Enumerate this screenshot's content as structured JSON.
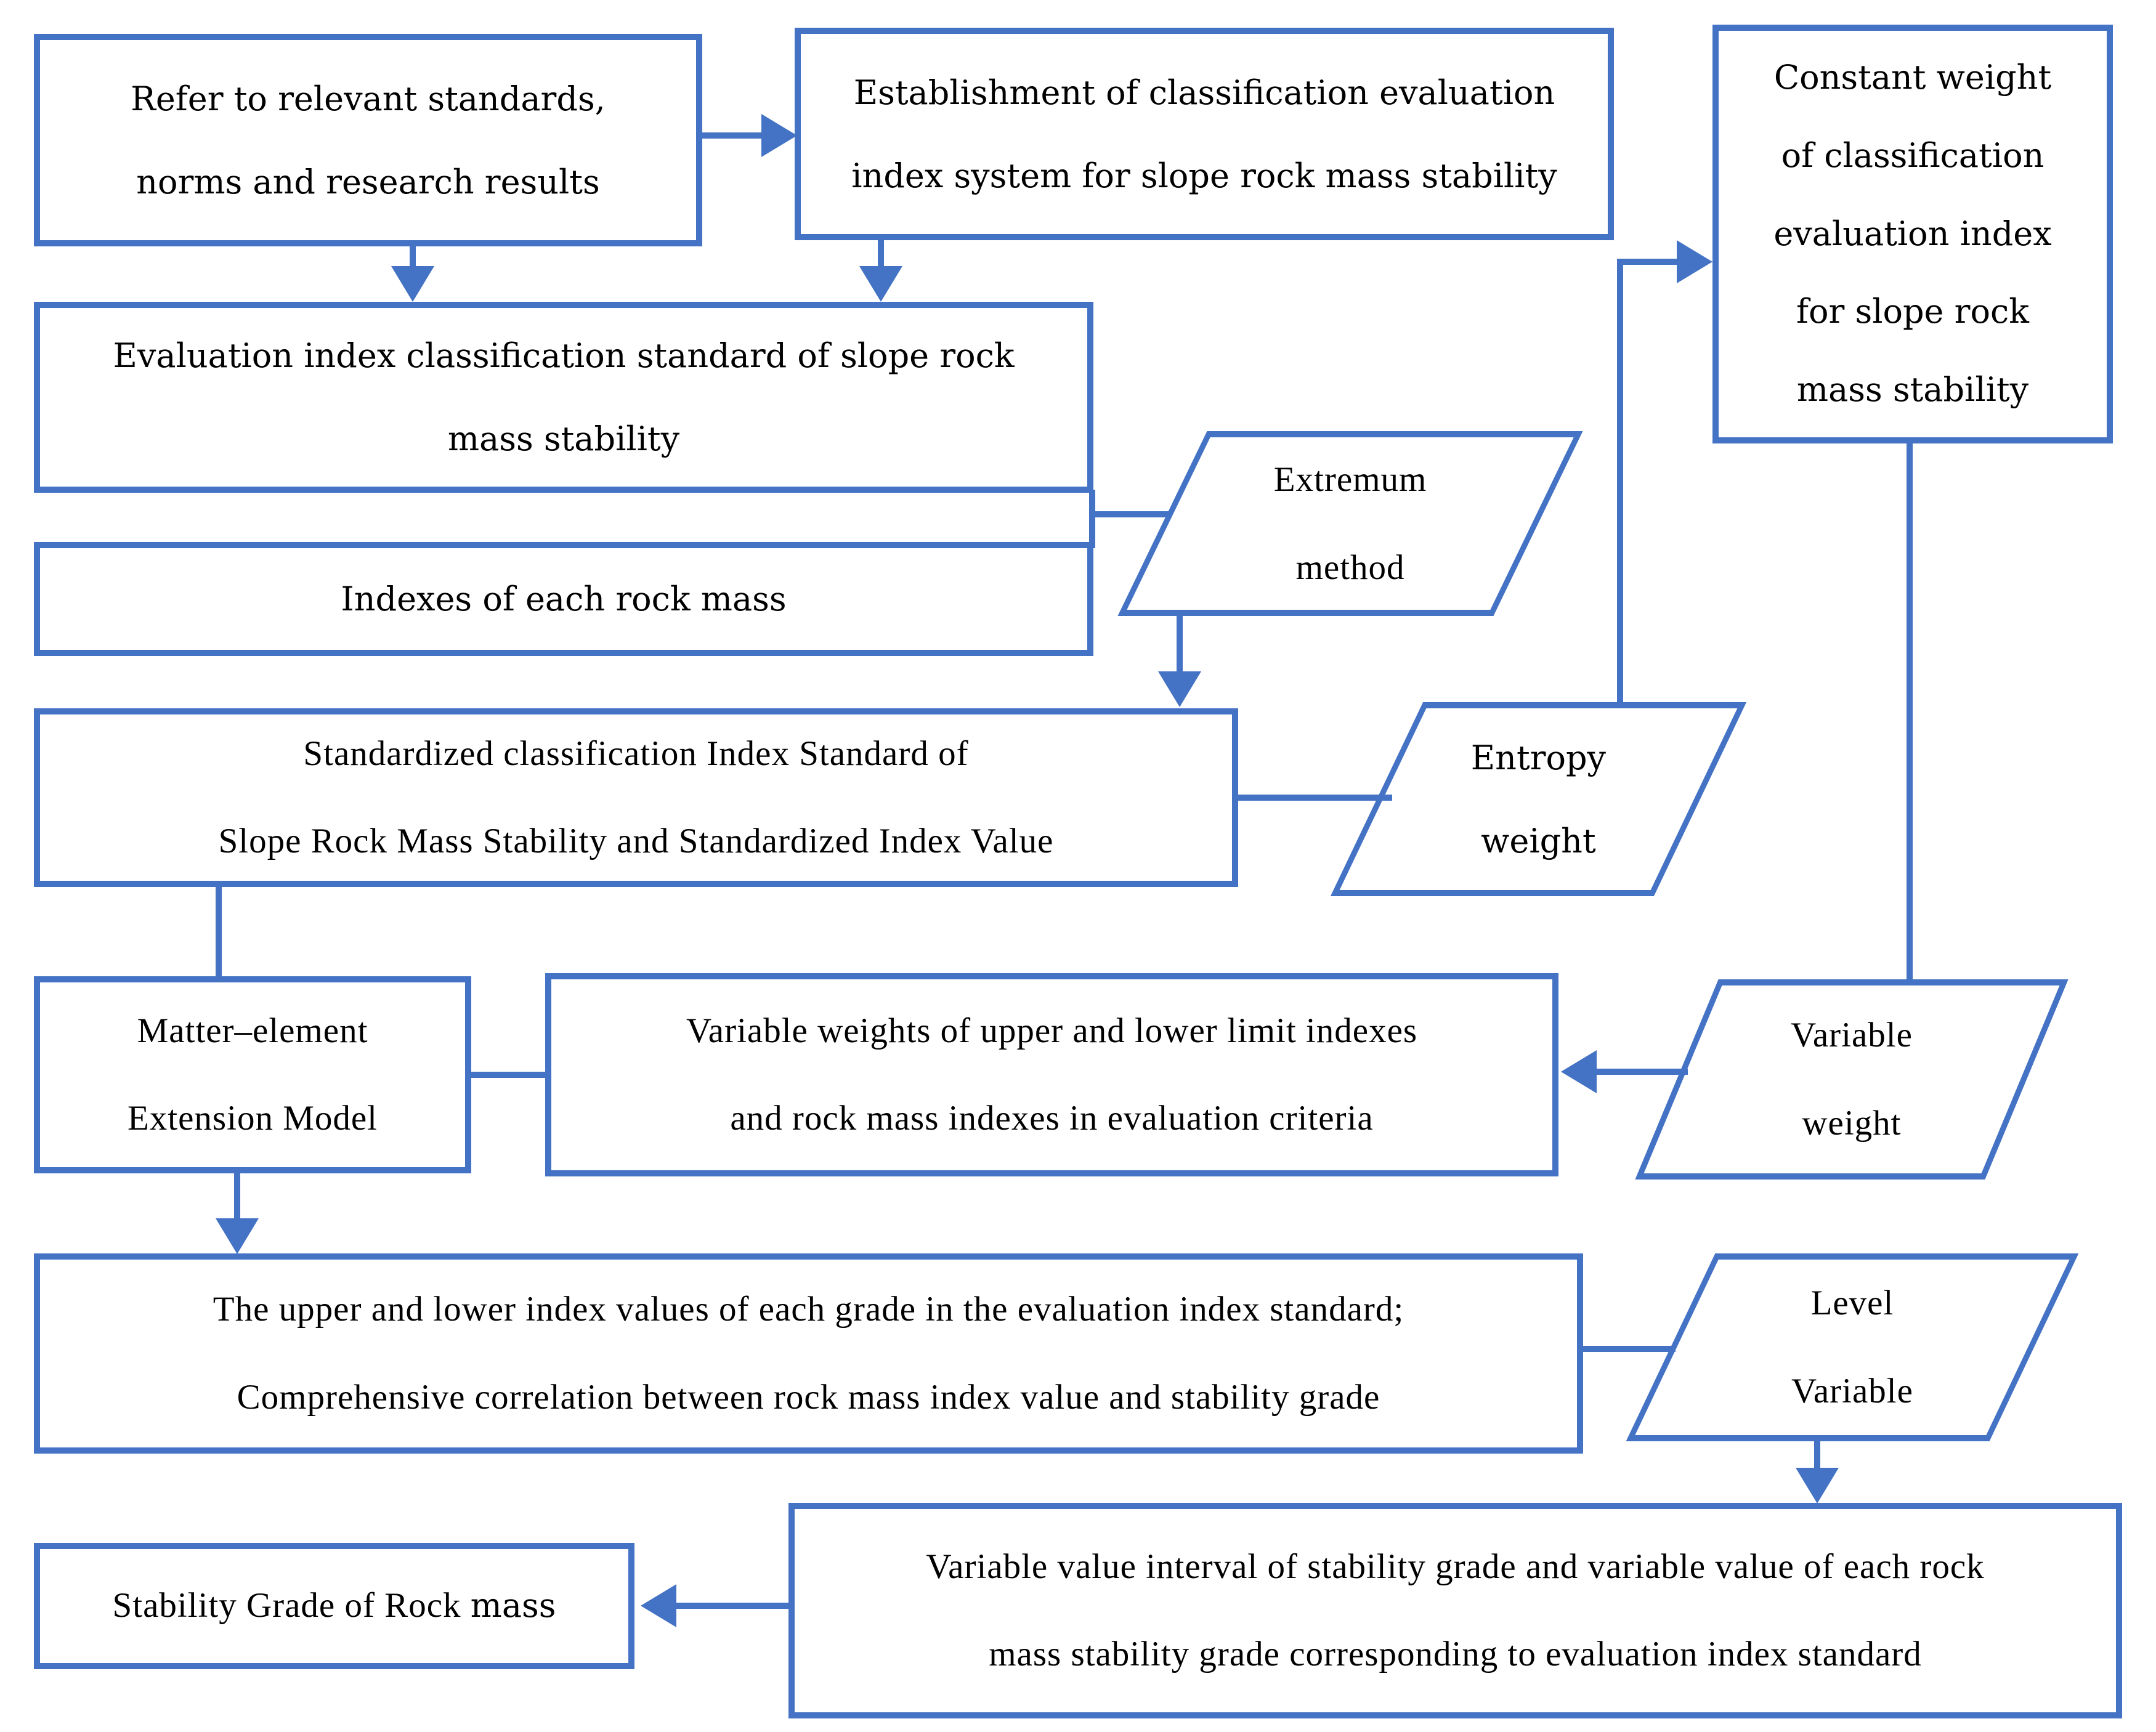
{
  "colors": {
    "accent": "#4472C4",
    "text": "#000000",
    "background": "#ffffff"
  },
  "diagram": {
    "type": "flowchart",
    "title": "",
    "nodes": {
      "refer_standards": {
        "shape": "rect",
        "label": "Refer to relevant standards,\nnorms and research results"
      },
      "establishment_index_system": {
        "shape": "rect",
        "label": "Establishment of classification evaluation\nindex system for slope rock mass stability"
      },
      "constant_weight": {
        "shape": "rect",
        "label": "Constant weight\nof classification\nevaluation index\nfor slope rock\nmass stability"
      },
      "classification_standard": {
        "shape": "rect",
        "label": "Evaluation index classification standard of slope rock\nmass stability"
      },
      "indexes_rock_mass": {
        "shape": "rect",
        "label": "Indexes of each rock mass"
      },
      "extremum_method": {
        "shape": "parallelogram",
        "label": "Extremum\nmethod"
      },
      "standardized_index": {
        "shape": "rect",
        "label": "Standardized classification Index Standard of\nSlope Rock Mass Stability and Standardized Index Value"
      },
      "entropy_weight": {
        "shape": "parallelogram",
        "label": "Entropy\nweight"
      },
      "matter_element_model": {
        "shape": "rect",
        "label": "Matter–element\nExtension Model"
      },
      "variable_weights_limits": {
        "shape": "rect",
        "label": "Variable weights of upper and lower limit indexes\nand rock mass indexes in evaluation criteria"
      },
      "variable_weight": {
        "shape": "parallelogram",
        "label": "Variable\nweight"
      },
      "upper_lower_values": {
        "shape": "rect",
        "label": "The upper and lower index values of each grade in the evaluation index standard;\nComprehensive correlation between rock mass index value and stability grade"
      },
      "level_variable": {
        "shape": "parallelogram",
        "label": "Level\nVariable"
      },
      "stability_grade": {
        "shape": "rect",
        "label_main": "Stability Grade of Rock",
        "label_suffix": "mass"
      },
      "variable_value_interval": {
        "shape": "rect",
        "label": "Variable value interval of stability grade and variable value of each rock\nmass stability grade corresponding to evaluation index standard"
      }
    },
    "connectors": [
      {
        "from": "refer_standards",
        "to": "establishment_index_system",
        "arrow": true
      },
      {
        "from": "refer_standards",
        "to": "classification_standard",
        "arrow": true
      },
      {
        "from": "establishment_index_system",
        "to": "classification_standard",
        "arrow": true
      },
      {
        "from": "classification_standard",
        "to": "extremum_method",
        "arrow": false
      },
      {
        "from": "indexes_rock_mass",
        "to": "extremum_method",
        "arrow": false
      },
      {
        "from": "extremum_method",
        "to": "standardized_index",
        "arrow": true
      },
      {
        "from": "standardized_index",
        "to": "entropy_weight",
        "arrow": false
      },
      {
        "from": "entropy_weight",
        "to": "constant_weight",
        "arrow": true
      },
      {
        "from": "constant_weight",
        "to": "variable_weight",
        "arrow": false
      },
      {
        "from": "variable_weight",
        "to": "variable_weights_limits",
        "arrow": true
      },
      {
        "from": "standardized_index",
        "to": "matter_element_model",
        "arrow": false
      },
      {
        "from": "matter_element_model",
        "to": "variable_weights_limits",
        "arrow": false
      },
      {
        "from": "matter_element_model",
        "to": "upper_lower_values",
        "arrow": true
      },
      {
        "from": "upper_lower_values",
        "to": "level_variable",
        "arrow": false
      },
      {
        "from": "level_variable",
        "to": "variable_value_interval",
        "arrow": true
      },
      {
        "from": "variable_value_interval",
        "to": "stability_grade",
        "arrow": true
      }
    ]
  }
}
